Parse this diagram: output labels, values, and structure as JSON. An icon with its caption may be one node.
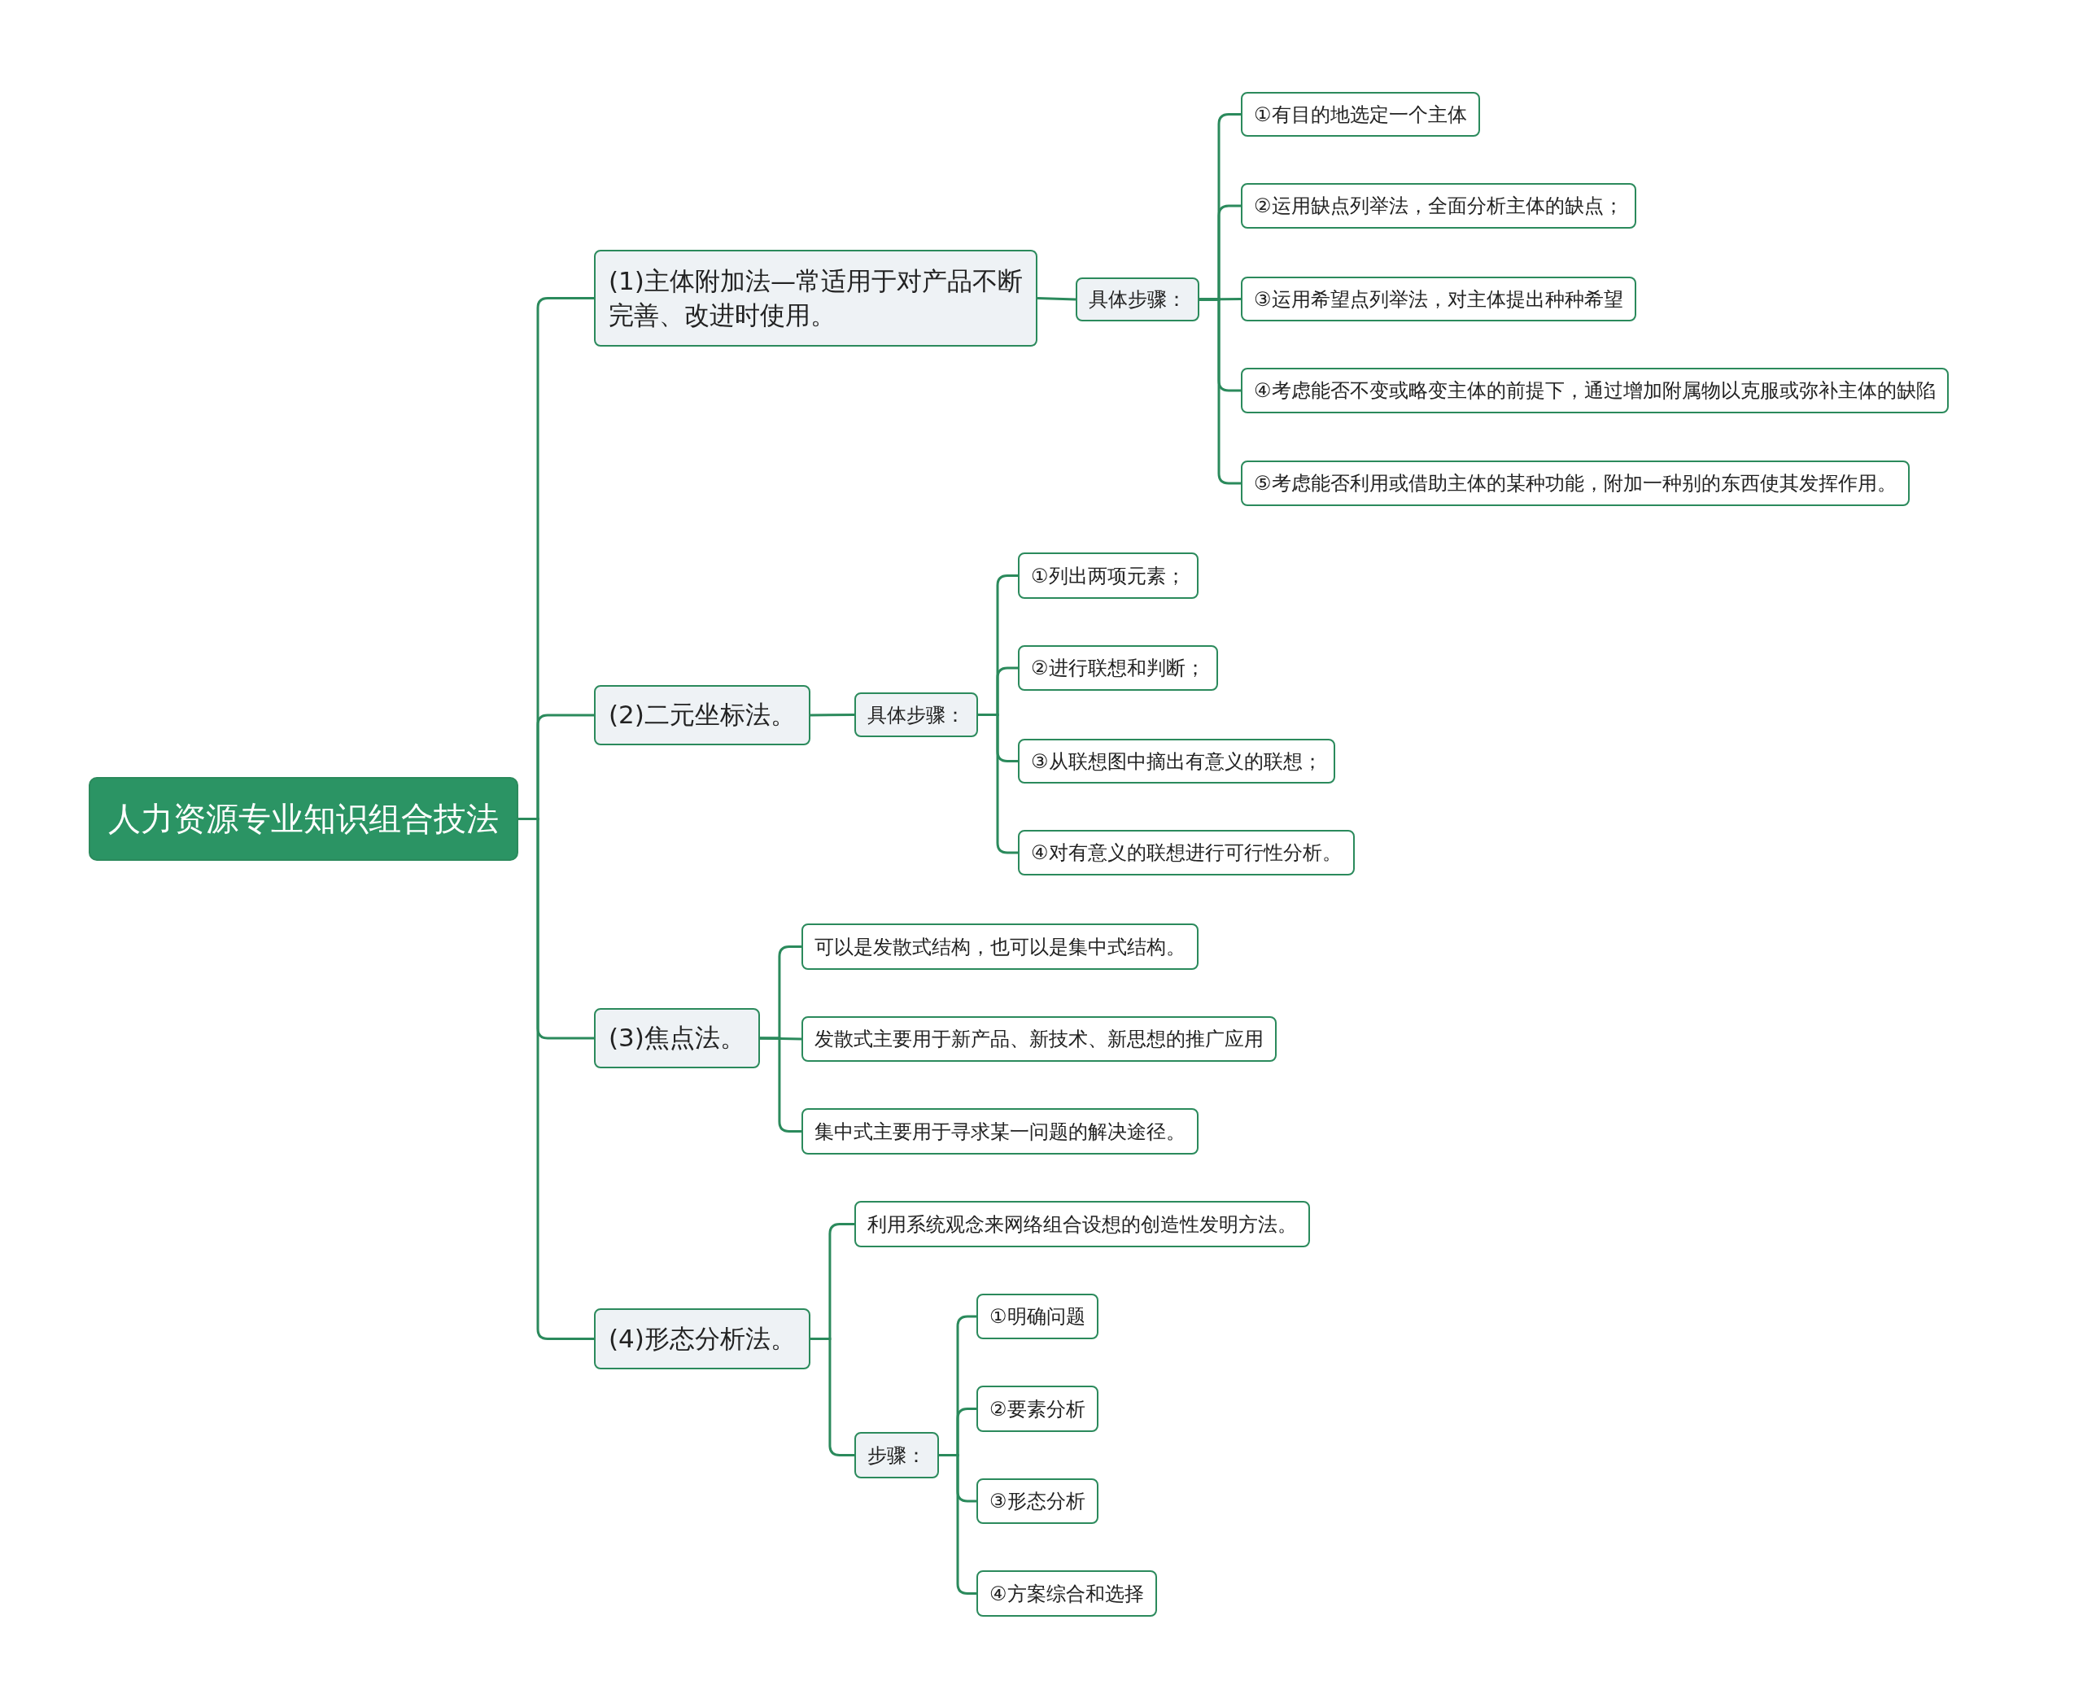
{
  "diagram": {
    "nodes": [
      {
        "text": [
          "人力资源专业知识组合技法"
        ]
      },
      {
        "text": [
          "(1)主体附加法—常适用于对产品不断完善、改进时使用。"
        ]
      },
      {
        "text": [
          "具体步骤："
        ]
      },
      {
        "text": [
          "①有目的地选定一个主体"
        ]
      },
      {
        "text": [
          "②运用缺点列举法，全面分析主体的缺点；"
        ]
      },
      {
        "text": [
          "③运用希望点列举法，对主体提出种种希望"
        ]
      },
      {
        "text": [
          "④考虑能否不变或略变主体的前提下，通过增加附属物以克服或弥补主体的缺陷"
        ]
      },
      {
        "text": [
          "⑤考虑能否利用或借助主体的某种功能，附加一种别的东西使其发挥作用。"
        ]
      },
      {
        "text": [
          "(2)二元坐标法。"
        ]
      },
      {
        "text": [
          "具体步骤："
        ]
      },
      {
        "text": [
          "①列出两项元素；"
        ]
      },
      {
        "text": [
          "②进行联想和判断；"
        ]
      },
      {
        "text": [
          "③从联想图中摘出有意义的联想；"
        ]
      },
      {
        "text": [
          "④对有意义的联想进行可行性分析。"
        ]
      },
      {
        "text": [
          "(3)焦点法。"
        ]
      },
      {
        "text": [
          "可以是发散式结构，也可以是集中式结构。"
        ]
      },
      {
        "text": [
          "发散式主要用于新产品、新技术、新思想的推广应用"
        ]
      },
      {
        "text": [
          "集中式主要用于寻求某一问题的解决途径。"
        ]
      },
      {
        "text": [
          "(4)形态分析法。"
        ]
      },
      {
        "text": [
          "利用系统观念来网络组合设想的创造性发明方法。"
        ]
      },
      {
        "text": [
          "步骤："
        ]
      },
      {
        "text": [
          "①明确问题"
        ]
      },
      {
        "text": [
          "②要素分析"
        ]
      },
      {
        "text": [
          "③形态分析"
        ]
      },
      {
        "text": [
          "④方案综合和选择"
        ]
      }
    ],
    "edges": [
      {
        "from": 0,
        "to": 1,
        "arrow": "none"
      },
      {
        "from": 0,
        "to": 8,
        "arrow": "none"
      },
      {
        "from": 0,
        "to": 14,
        "arrow": "none"
      },
      {
        "from": 0,
        "to": 18,
        "arrow": "none"
      },
      {
        "from": 1,
        "to": 2,
        "arrow": "none"
      },
      {
        "from": 2,
        "to": 3,
        "arrow": "none"
      },
      {
        "from": 2,
        "to": 4,
        "arrow": "none"
      },
      {
        "from": 2,
        "to": 5,
        "arrow": "none"
      },
      {
        "from": 2,
        "to": 6,
        "arrow": "none"
      },
      {
        "from": 2,
        "to": 7,
        "arrow": "none"
      },
      {
        "from": 8,
        "to": 9,
        "arrow": "none"
      },
      {
        "from": 9,
        "to": 10,
        "arrow": "none"
      },
      {
        "from": 9,
        "to": 11,
        "arrow": "none"
      },
      {
        "from": 9,
        "to": 12,
        "arrow": "none"
      },
      {
        "from": 9,
        "to": 13,
        "arrow": "none"
      },
      {
        "from": 14,
        "to": 15,
        "arrow": "none"
      },
      {
        "from": 14,
        "to": 16,
        "arrow": "none"
      },
      {
        "from": 14,
        "to": 17,
        "arrow": "none"
      },
      {
        "from": 18,
        "to": 19,
        "arrow": "none"
      },
      {
        "from": 18,
        "to": 20,
        "arrow": "none"
      },
      {
        "from": 20,
        "to": 21,
        "arrow": "none"
      },
      {
        "from": 20,
        "to": 22,
        "arrow": "none"
      },
      {
        "from": 20,
        "to": 23,
        "arrow": "none"
      },
      {
        "from": 20,
        "to": 24,
        "arrow": "none"
      }
    ]
  }
}
